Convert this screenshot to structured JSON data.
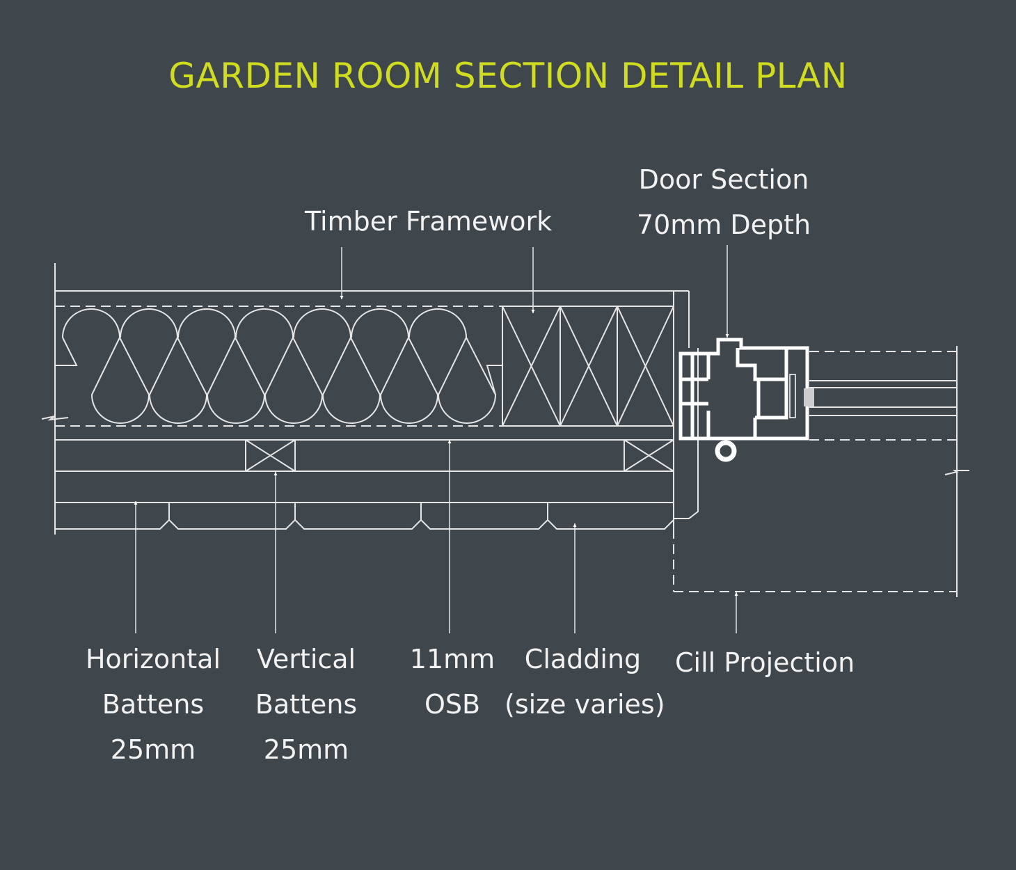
{
  "title": "GARDEN ROOM SECTION DETAIL PLAN",
  "colors": {
    "background": "#3f464c",
    "title": "#cfdc1f",
    "lines": "#e6e6e6"
  },
  "labels": {
    "timber_framework": "Timber Framework",
    "door_section": [
      "Door Section",
      "70mm Depth"
    ],
    "horizontal_battens": [
      "Horizontal",
      "Battens",
      "25mm"
    ],
    "vertical_battens": [
      "Vertical",
      "Battens",
      "25mm"
    ],
    "osb": [
      "11mm",
      "OSB"
    ],
    "cladding": [
      "Cladding",
      "(size varies)"
    ],
    "cill_projection": "Cill Projection"
  }
}
